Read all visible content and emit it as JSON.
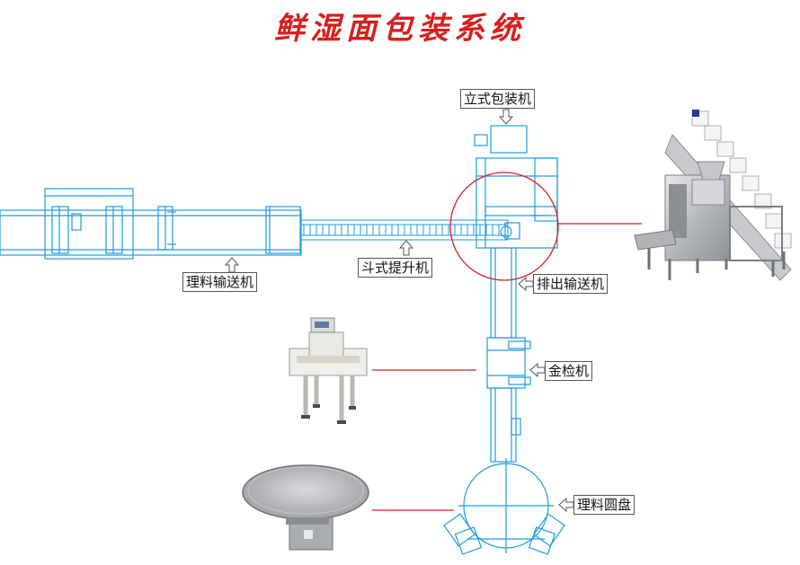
{
  "title": "鲜湿面包装系统",
  "labels": {
    "vertical_packer": "立式包装机",
    "sorting_conveyor": "理料输送机",
    "bucket_elevator": "斗式提升机",
    "discharge_conveyor": "排出输送机",
    "metal_detector": "金检机",
    "sorting_disc": "理料圆盘"
  },
  "colors": {
    "title": "#d6201e",
    "line_drawing": "#1e9be0",
    "callout": "#d6201e"
  }
}
